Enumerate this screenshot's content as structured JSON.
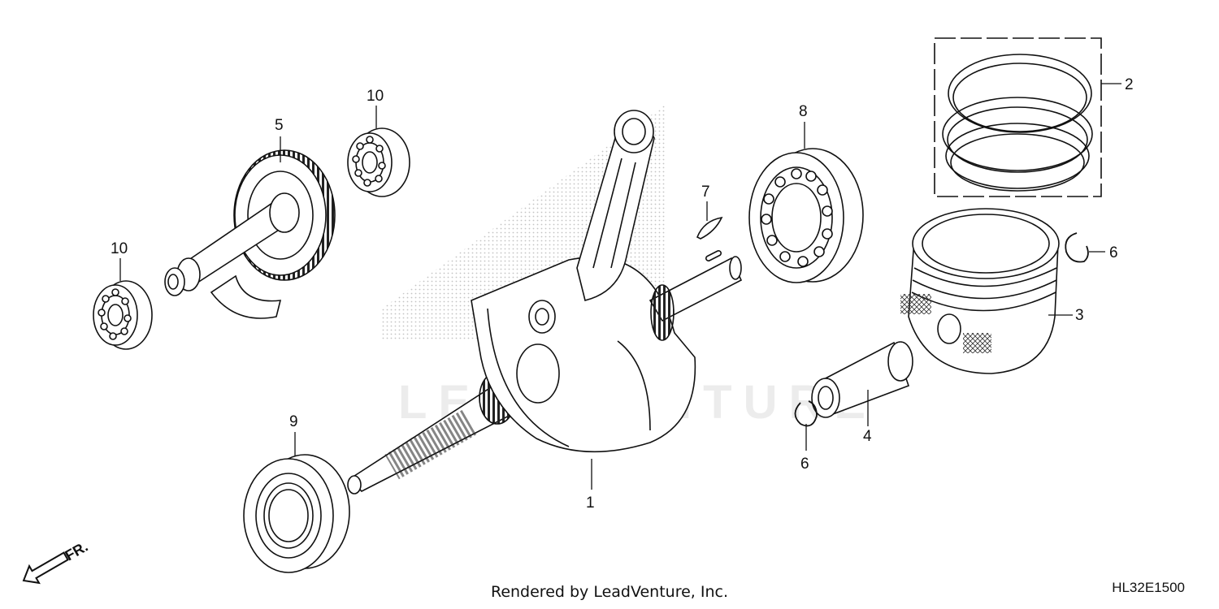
{
  "diagram": {
    "watermark": "LEADVENTURE",
    "footer": "Rendered by LeadVenture, Inc.",
    "diagram_code": "HL32E1500",
    "front_indicator": "FR.",
    "callouts": [
      {
        "id": "c1",
        "label": "1"
      },
      {
        "id": "c2",
        "label": "2"
      },
      {
        "id": "c3",
        "label": "3"
      },
      {
        "id": "c4",
        "label": "4"
      },
      {
        "id": "c5",
        "label": "5"
      },
      {
        "id": "c6a",
        "label": "6"
      },
      {
        "id": "c6b",
        "label": "6"
      },
      {
        "id": "c7",
        "label": "7"
      },
      {
        "id": "c8",
        "label": "8"
      },
      {
        "id": "c9",
        "label": "9"
      },
      {
        "id": "c10a",
        "label": "10"
      },
      {
        "id": "c10b",
        "label": "10"
      }
    ],
    "colors": {
      "line": "#111111",
      "shade": "#bdbdbd",
      "watermark": "#ececec"
    }
  }
}
